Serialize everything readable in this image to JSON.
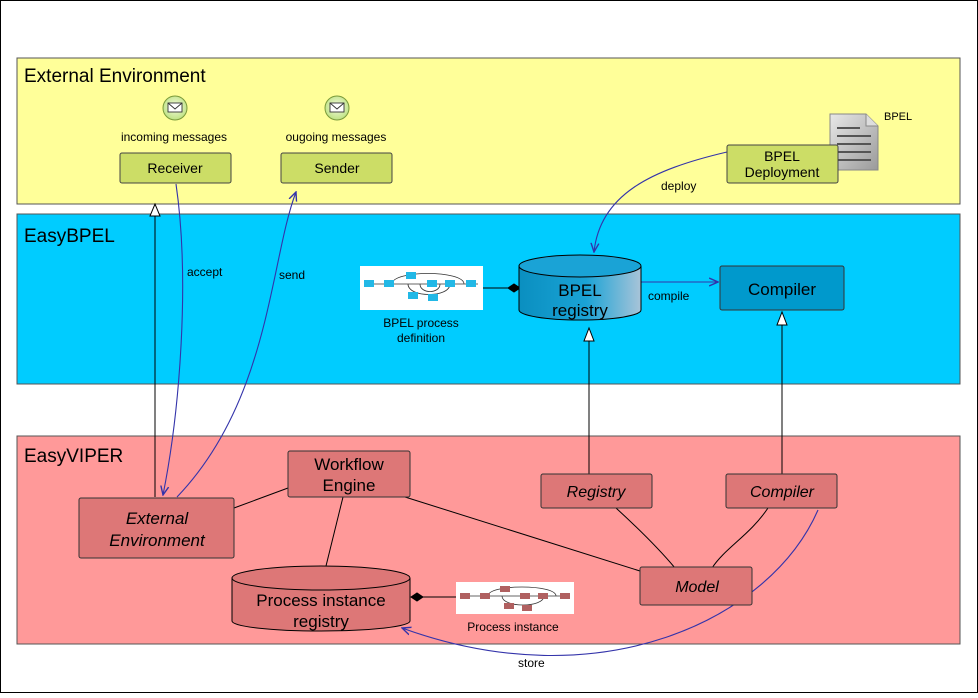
{
  "lanes": {
    "external": {
      "title": "External Environment",
      "color": "#ffff99"
    },
    "easybpel": {
      "title": "EasyBPEL",
      "color": "#00ccff"
    },
    "easyviper": {
      "title": "EasyVIPER",
      "color": "#ff9999"
    }
  },
  "external_env": {
    "incoming_label": "incoming messages",
    "outgoing_label": "ougoing messages",
    "receiver": "Receiver",
    "sender": "Sender",
    "bpel_doc_label": "BPEL",
    "bpel_deployment_line1": "BPEL",
    "bpel_deployment_line2": "Deployment",
    "message_icon": "envelope-icon",
    "document_icon": "document-icon"
  },
  "easybpel": {
    "process_def_line1": "BPEL process",
    "process_def_line2": "definition",
    "registry_line1": "BPEL",
    "registry_line2": "registry",
    "compiler": "Compiler"
  },
  "easyviper": {
    "external_env_line1": "External",
    "external_env_line2": "Environment",
    "workflow_line1": "Workflow",
    "workflow_line2": "Engine",
    "registry": "Registry",
    "compiler": "Compiler",
    "model": "Model",
    "instance_registry_line1": "Process instance",
    "instance_registry_line2": "registry",
    "process_instance_label": "Process instance"
  },
  "edges": {
    "deploy": "deploy",
    "accept": "accept",
    "send": "send",
    "compile": "compile",
    "store": "store"
  },
  "colors": {
    "green_node": "#ccdd66",
    "blue_node": "#0099cc",
    "pink_node": "#dd7777",
    "arrow_blue": "#3333aa"
  }
}
